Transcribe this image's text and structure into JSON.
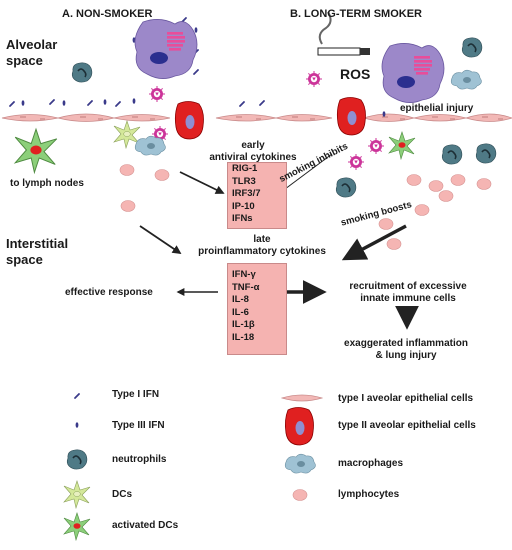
{
  "panels": {
    "a_title": "A. NON-SMOKER",
    "b_title": "B. LONG-TERM SMOKER"
  },
  "regions": {
    "alveolar": [
      "Alveolar",
      "space"
    ],
    "interstitial": [
      "Interstitial",
      "space"
    ]
  },
  "labels": {
    "ros": "ROS",
    "epithelial_injury": "epithelial injury",
    "to_lymph_nodes": "to lymph nodes",
    "early_cytokines": [
      "early",
      "antiviral cytokines"
    ],
    "late_cytokines": [
      "late",
      "proinflammatory cytokines"
    ],
    "smoking_inhibits": "smoking inhibits",
    "smoking_boosts": "smoking boosts",
    "effective_response": "effective response",
    "recruitment": [
      "recruitment of excessive",
      "innate immune cells"
    ],
    "exaggerated": [
      "exaggerated inflammation",
      "& lung injury"
    ]
  },
  "early_box": [
    "RIG-1",
    "TLR3",
    "IRF3/7",
    "IP-10",
    "IFNs"
  ],
  "late_box": [
    "IFN-γ",
    "TNF-α",
    "IL-8",
    "IL-6",
    "IL-1β",
    "IL-18"
  ],
  "legend": {
    "type1_ifn": "Type I IFN",
    "type3_ifn": "Type III IFN",
    "neutrophils": "neutrophils",
    "dcs": "DCs",
    "activated_dcs": "activated DCs",
    "type1_epi": "type I aveolar epithelial cells",
    "type2_epi": "type II aveolar epithelial cells",
    "macrophages": "macrophages",
    "lymphocytes": "lymphocytes"
  },
  "colors": {
    "pink_box": "#f5b3b1",
    "epithelium": "#f2b8b6",
    "type2_cell": "#e02020",
    "macrophage": "#9fc2d4",
    "neutrophil": "#4f7a86",
    "dc": "#d4e89a",
    "activated_dc": "#8ccf7a",
    "virus": "#cc3399",
    "infected_cell": "#9c88c9",
    "ifn": "#3a3a8a"
  }
}
